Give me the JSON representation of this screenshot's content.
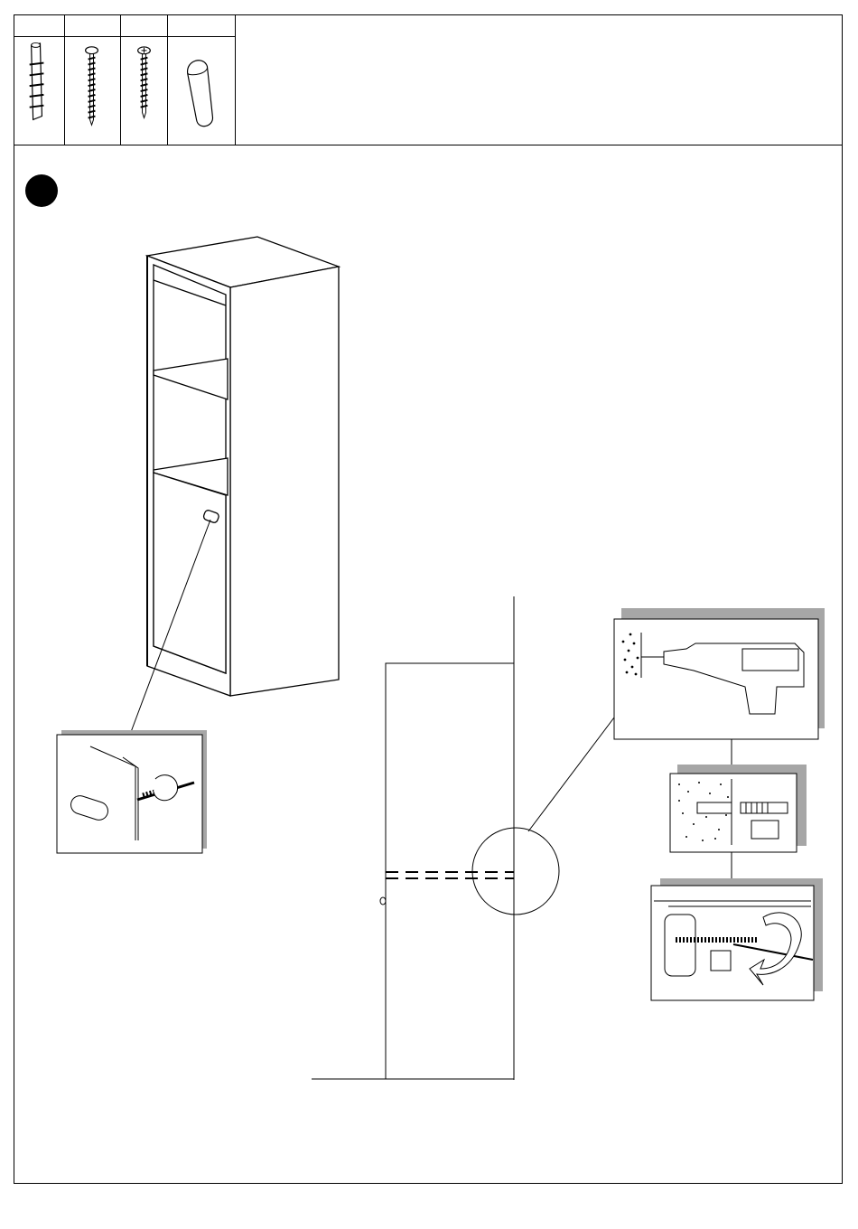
{
  "parts": [
    {
      "id": "part-dowel-anchor",
      "icon": "wall-plug-icon",
      "label": ""
    },
    {
      "id": "part-long-screw",
      "icon": "long-screw-icon",
      "label": ""
    },
    {
      "id": "part-short-screw",
      "icon": "short-screw-icon",
      "label": ""
    },
    {
      "id": "part-handle",
      "icon": "bar-handle-icon",
      "label": ""
    }
  ],
  "step": {
    "number": ""
  },
  "colors": {
    "line": "#000000",
    "shadow": "#a6a6a6",
    "fill": "#ffffff"
  }
}
